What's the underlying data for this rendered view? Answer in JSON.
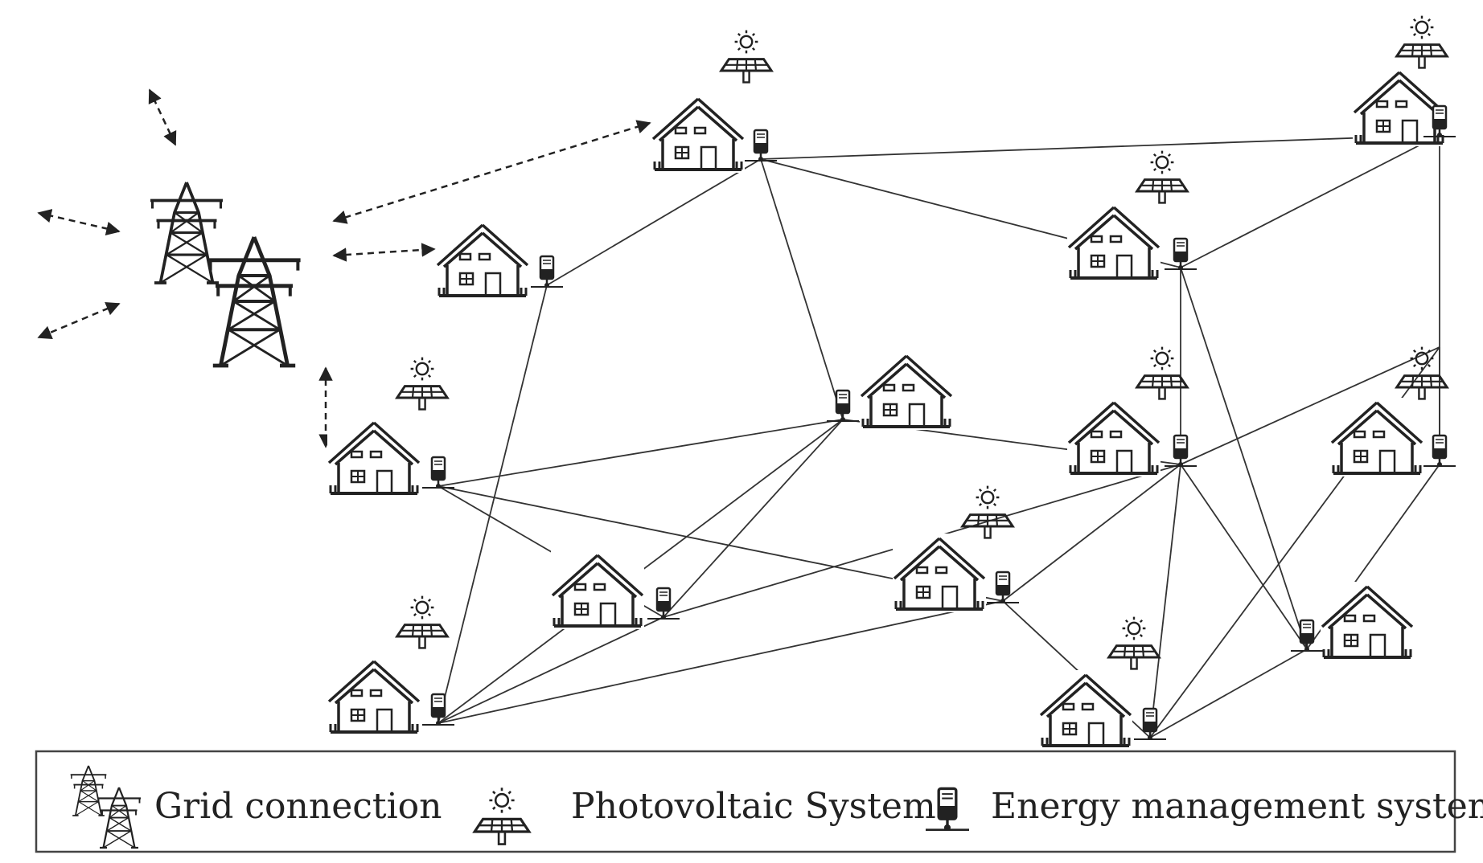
{
  "legend": {
    "grid_label": "Grid connection",
    "pv_label": "Photovoltaic System",
    "ems_label": "Energy management  system"
  },
  "icons": {
    "grid": "power-pylon-icon",
    "pv": "solar-panel-icon",
    "ems": "energy-management-unit-icon",
    "house": "house-icon"
  },
  "colors": {
    "stroke": "#222222",
    "line": "#333333"
  },
  "nodes": [
    {
      "id": "h1",
      "pv": true
    },
    {
      "id": "h2",
      "pv": false
    },
    {
      "id": "h3",
      "pv": true
    },
    {
      "id": "h4",
      "pv": true
    },
    {
      "id": "h5",
      "pv": false
    },
    {
      "id": "h6",
      "pv": true
    },
    {
      "id": "h7",
      "pv": false
    },
    {
      "id": "h8",
      "pv": true
    },
    {
      "id": "h9",
      "pv": true
    },
    {
      "id": "h10",
      "pv": true
    },
    {
      "id": "h11",
      "pv": true
    },
    {
      "id": "h12",
      "pv": false
    },
    {
      "id": "h13",
      "pv": true
    },
    {
      "id": "h14",
      "pv": true
    }
  ],
  "grid_links": [
    "h1",
    "h2",
    "h4"
  ],
  "edges": [
    [
      "h1",
      "h3"
    ],
    [
      "h1",
      "h6"
    ],
    [
      "h1",
      "h2"
    ],
    [
      "h1",
      "h5"
    ],
    [
      "h2",
      "h8"
    ],
    [
      "h3",
      "h6"
    ],
    [
      "h3",
      "h11"
    ],
    [
      "h4",
      "h5"
    ],
    [
      "h4",
      "h9"
    ],
    [
      "h4",
      "h7"
    ],
    [
      "h5",
      "h7"
    ],
    [
      "h5",
      "h8"
    ],
    [
      "h5",
      "h10"
    ],
    [
      "h6",
      "h10"
    ],
    [
      "h6",
      "h12"
    ],
    [
      "h7",
      "h8"
    ],
    [
      "h7",
      "h10"
    ],
    [
      "h8",
      "h9"
    ],
    [
      "h9",
      "h10"
    ],
    [
      "h9",
      "h13"
    ],
    [
      "h10",
      "h12"
    ],
    [
      "h10",
      "h14"
    ],
    [
      "h10",
      "h13"
    ],
    [
      "h11",
      "h12"
    ],
    [
      "h11",
      "h14"
    ],
    [
      "h12",
      "h13"
    ],
    [
      "h13",
      "h14"
    ]
  ]
}
